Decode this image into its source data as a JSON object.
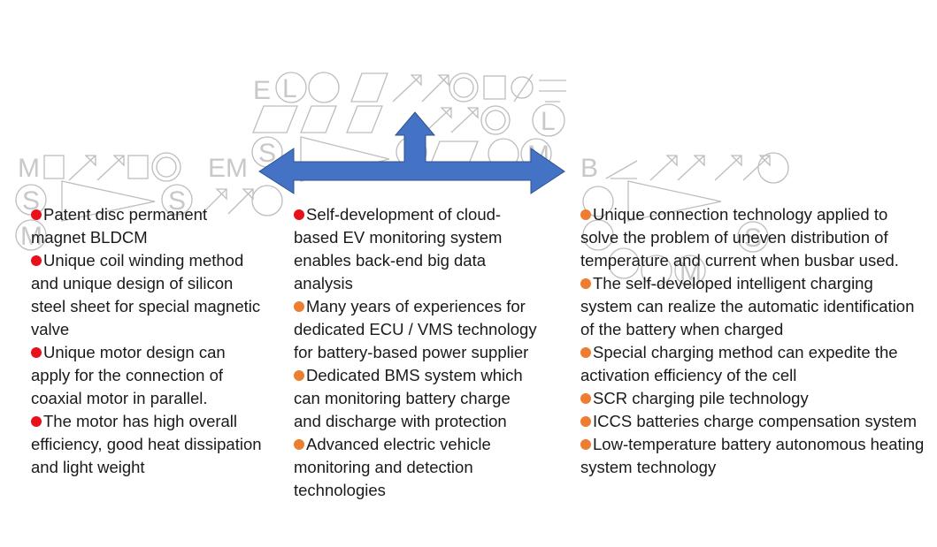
{
  "colors": {
    "arrow_fill": "#4472c4",
    "arrow_stroke": "#2f528f",
    "bullet_red": "#e8101a",
    "bullet_orange": "#ed7d31",
    "glyph_gray": "#bdbdbd",
    "text": "#1a1a1a"
  },
  "diagram": {
    "shape": "three-headed-arrow",
    "icon": "gray-glyph-watermark"
  },
  "glyph_labels": {
    "top_e": "E",
    "top_l": "L",
    "left_m": "M",
    "left_em": "EM",
    "right_b": "B",
    "s": "S",
    "m": "M"
  },
  "columns": [
    {
      "items": [
        {
          "bullet": "red",
          "text": "Patent disc permanent magnet BLDCM"
        },
        {
          "bullet": "red",
          "text": "Unique coil winding method and unique design of silicon steel sheet for special magnetic valve"
        },
        {
          "bullet": "red",
          "text": "Unique motor design can apply for the connection of coaxial motor in parallel."
        },
        {
          "bullet": "red",
          "text": "The motor has high overall efficiency, good heat dissipation and light weight"
        }
      ]
    },
    {
      "items": [
        {
          "bullet": "red",
          "text": "Self-development of cloud-based EV monitoring system enables back-end big data analysis"
        },
        {
          "bullet": "orange",
          "text": "Many years of experiences for dedicated ECU / VMS technology for battery-based power supplier"
        },
        {
          "bullet": "orange",
          "text": "Dedicated BMS system which can monitoring battery charge and discharge with protection"
        },
        {
          "bullet": "orange",
          "text": "Advanced electric vehicle monitoring and detection technologies"
        }
      ]
    },
    {
      "items": [
        {
          "bullet": "orange",
          "text": "Unique connection technology applied to solve the problem of uneven distribution of temperature and current when busbar used."
        },
        {
          "bullet": "orange",
          "text": "The self-developed intelligent charging system can realize the automatic identification of the battery when charged"
        },
        {
          "bullet": "orange",
          "text": "Special charging method can expedite the activation efficiency of the cell"
        },
        {
          "bullet": "orange",
          "text": "SCR charging pile technology"
        },
        {
          "bullet": "orange",
          "text": "ICCS batteries charge compensation system"
        },
        {
          "bullet": "orange",
          "text": "Low-temperature battery autonomous heating system technology"
        }
      ]
    }
  ]
}
